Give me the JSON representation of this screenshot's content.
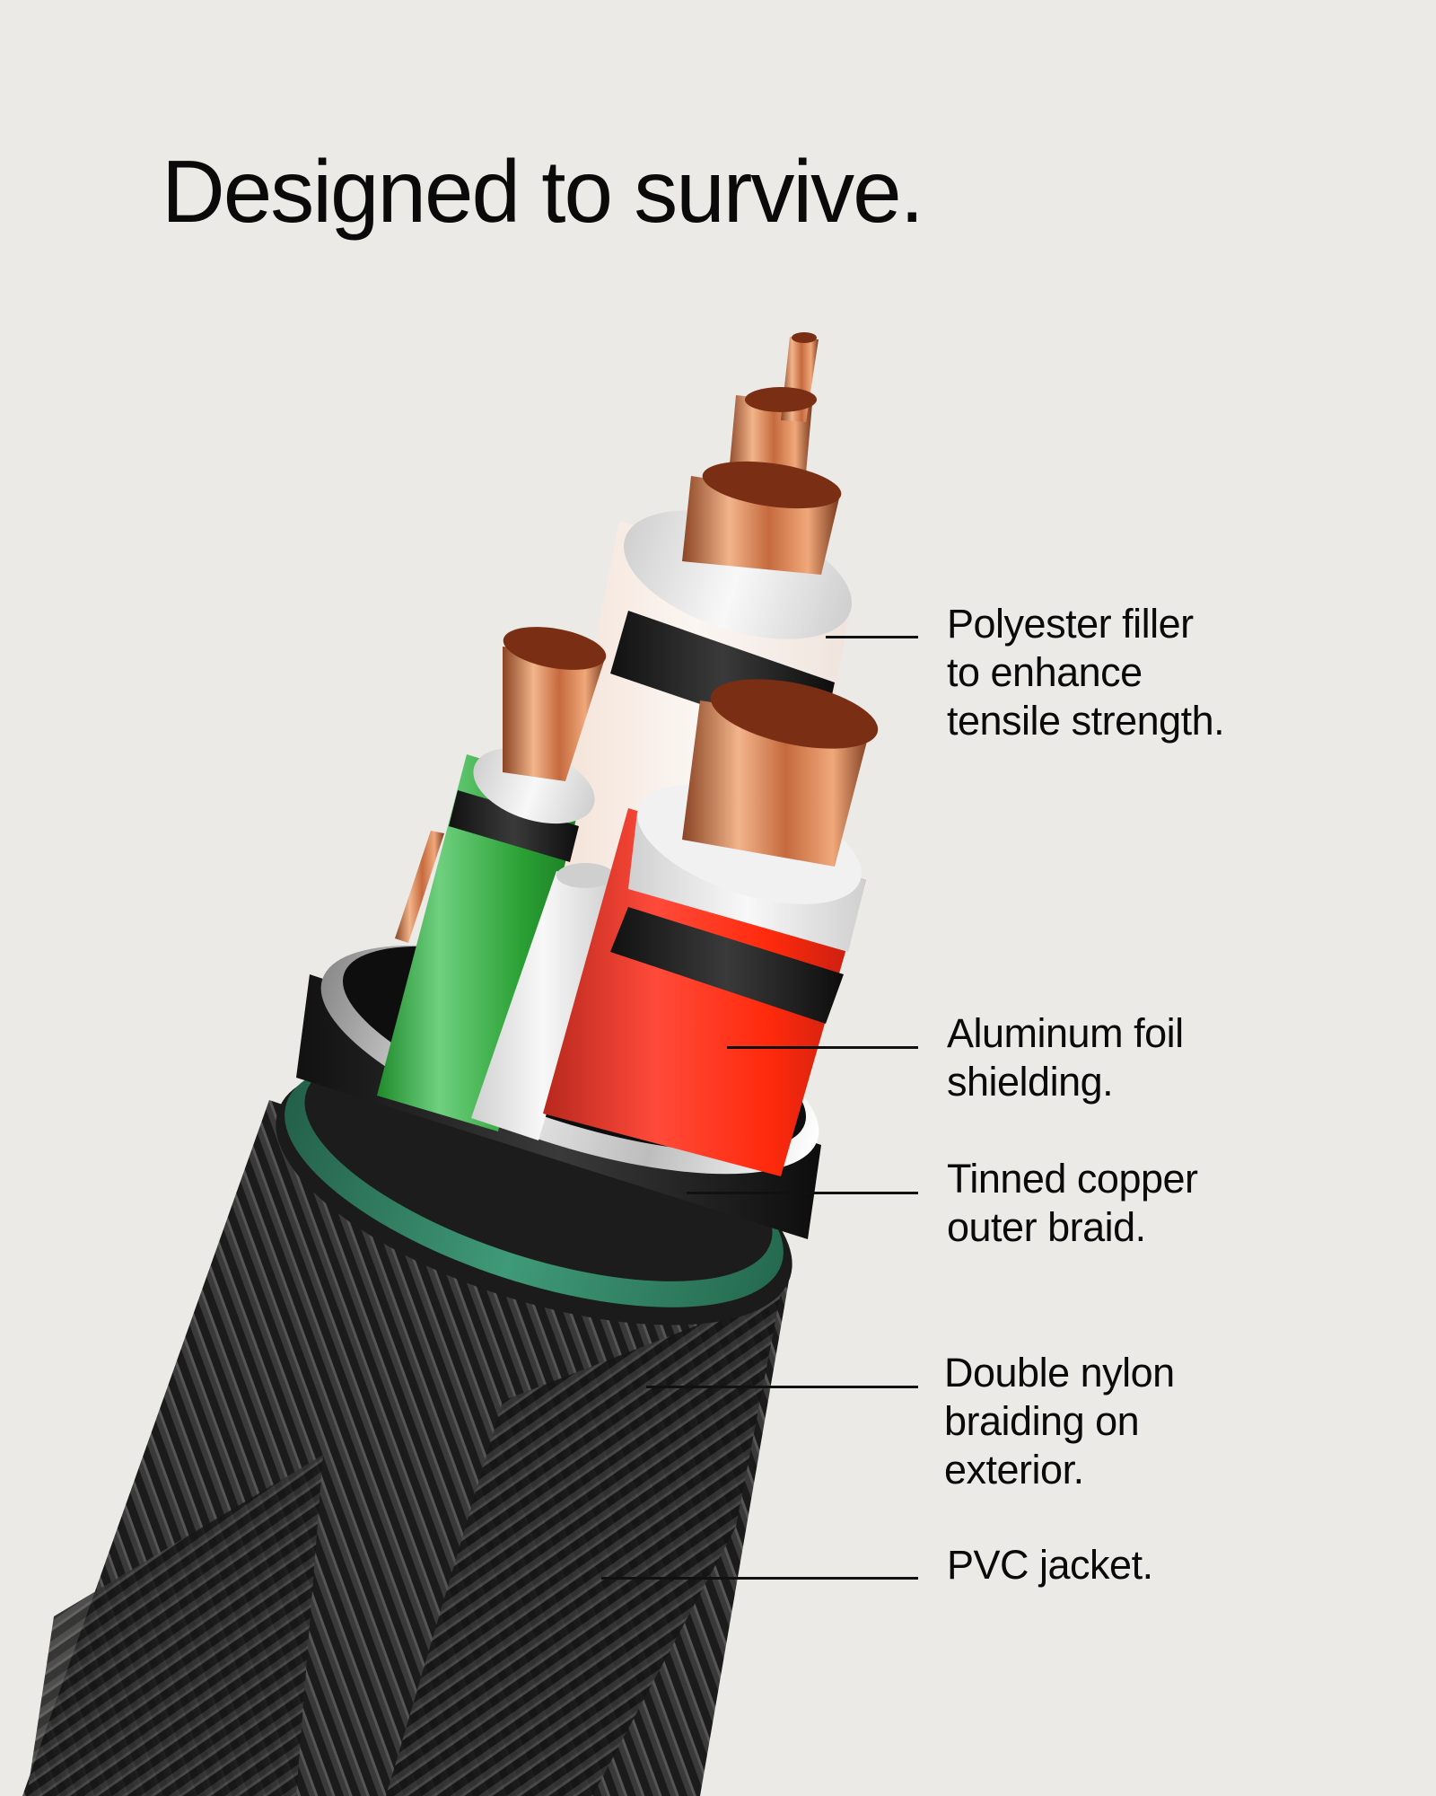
{
  "header": {
    "title": "Designed to survive."
  },
  "colors": {
    "background": "#ECEAE6",
    "text": "#0A0A0A",
    "copper": "#C8784A",
    "insulation_white": "#EDEDED",
    "red_core": "#E8281A",
    "green_core": "#2FA33A",
    "foil": "#D9D9D9",
    "green_band": "#2F7F62",
    "jacket_black": "#1C1C1C"
  },
  "callouts": [
    {
      "id": "polyester-filler",
      "lines": [
        "Polyester filler",
        "to enhance",
        "tensile strength."
      ]
    },
    {
      "id": "aluminum-foil",
      "lines": [
        "Aluminum foil",
        "shielding."
      ]
    },
    {
      "id": "tinned-copper-braid",
      "lines": [
        "Tinned copper",
        "outer braid."
      ]
    },
    {
      "id": "double-nylon-braiding",
      "lines": [
        "Double nylon",
        "braiding on",
        "exterior."
      ]
    },
    {
      "id": "pvc-jacket",
      "lines": [
        "PVC jacket."
      ]
    }
  ]
}
